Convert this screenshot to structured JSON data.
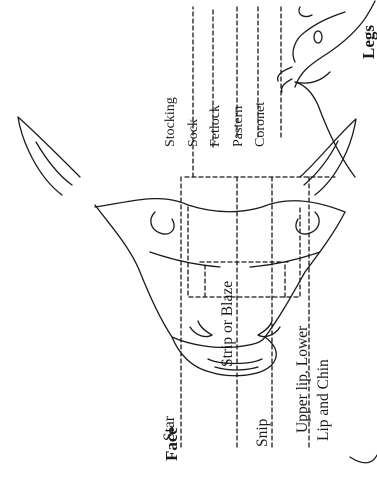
{
  "sections": {
    "face": {
      "title": "Face",
      "markings": [
        "Star",
        "Strip or Blaze",
        "Snip",
        "Upper lip, Lower",
        "Lip and Chin"
      ]
    },
    "legs": {
      "title": "Legs",
      "markings": [
        "Stocking",
        "Sock",
        "Fetlock",
        "Pastern",
        "Coronet"
      ]
    }
  },
  "colors": {
    "ink": "#1a1a1a",
    "background": "#ffffff"
  }
}
